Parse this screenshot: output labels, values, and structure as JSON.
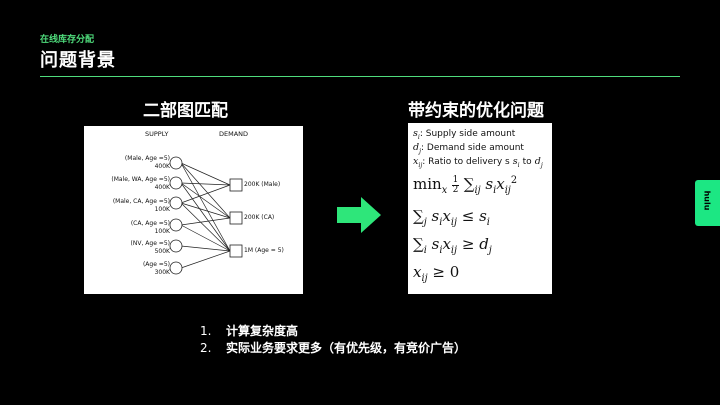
{
  "header": {
    "kicker": "在线库存分配",
    "title": "问题背景"
  },
  "left_section": {
    "title": "二部图匹配",
    "supply_header": "SUPPLY",
    "demand_header": "DEMAND",
    "supply_nodes": [
      {
        "line1": "(Male, Age =5)",
        "line2": "400K"
      },
      {
        "line1": "(Male, WA, Age =5)",
        "line2": "400K"
      },
      {
        "line1": "(Male, CA, Age =5)",
        "line2": "100K"
      },
      {
        "line1": "(CA, Age =5)",
        "line2": "100K"
      },
      {
        "line1": "(NV, Age =5)",
        "line2": "500K"
      },
      {
        "line1": "(Age =5)",
        "line2": "300K"
      }
    ],
    "demand_nodes": [
      {
        "label": "200K (Male)"
      },
      {
        "label": "200K (CA)"
      },
      {
        "label": "1M (Age = 5)"
      }
    ]
  },
  "right_section": {
    "title": "带约束的优化问题",
    "defs": [
      {
        "var": "s",
        "sub": "i",
        "text": ": Supply side amount"
      },
      {
        "var": "d",
        "sub": "j",
        "text": ": Demand side amount"
      },
      {
        "var": "x",
        "sub": "ij",
        "text": ": Ratio to delivery s"
      }
    ]
  },
  "notes": [
    {
      "num": "1.",
      "text": "计算复杂度高"
    },
    {
      "num": "2.",
      "text": "实际业务要求更多（有优先级，有竞价广告）"
    }
  ],
  "brand": {
    "tab_label": "hulu",
    "accent": "#1ce783"
  }
}
